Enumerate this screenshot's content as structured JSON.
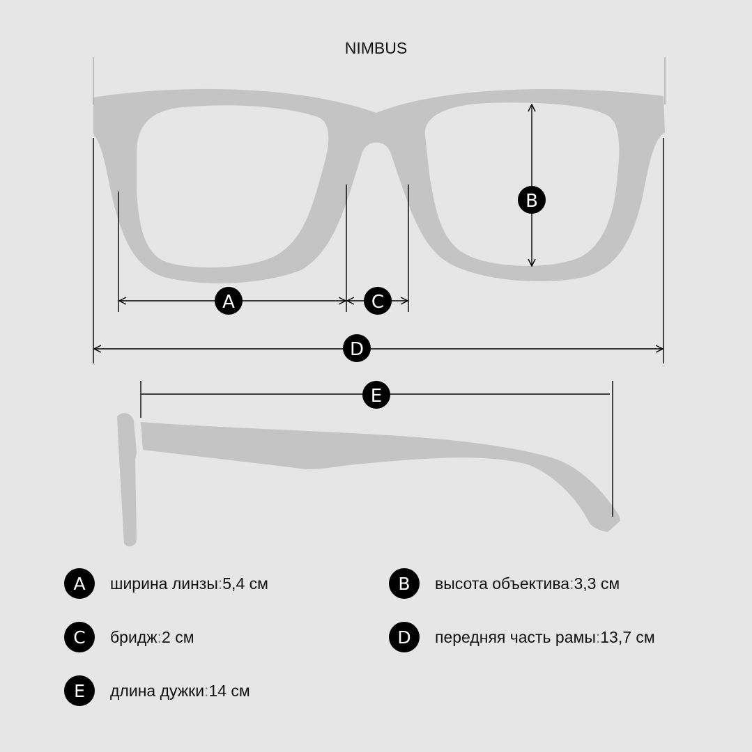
{
  "title": "NIMBUS",
  "badges": {
    "a": "A",
    "b": "B",
    "c": "C",
    "d": "D",
    "e": "E"
  },
  "legend": [
    {
      "letter": "A",
      "label": "ширина линзы",
      "sep": ":",
      "value": " 5,4 см"
    },
    {
      "letter": "B",
      "label": "высота объектива",
      "sep": ":",
      "value": " 3,3 см"
    },
    {
      "letter": "C",
      "label": "бридж",
      "sep": ":",
      "value": " 2 см"
    },
    {
      "letter": "D",
      "label": "передняя часть рамы",
      "sep": ":",
      "value": " 13,7 см"
    },
    {
      "letter": "E",
      "label": "длина дужки",
      "sep": ":",
      "value": " 14 см"
    }
  ],
  "colors": {
    "background": "#e6e6e6",
    "frame": "#c4c4c4",
    "lens": "#e6e6e6",
    "ink": "#000000"
  }
}
